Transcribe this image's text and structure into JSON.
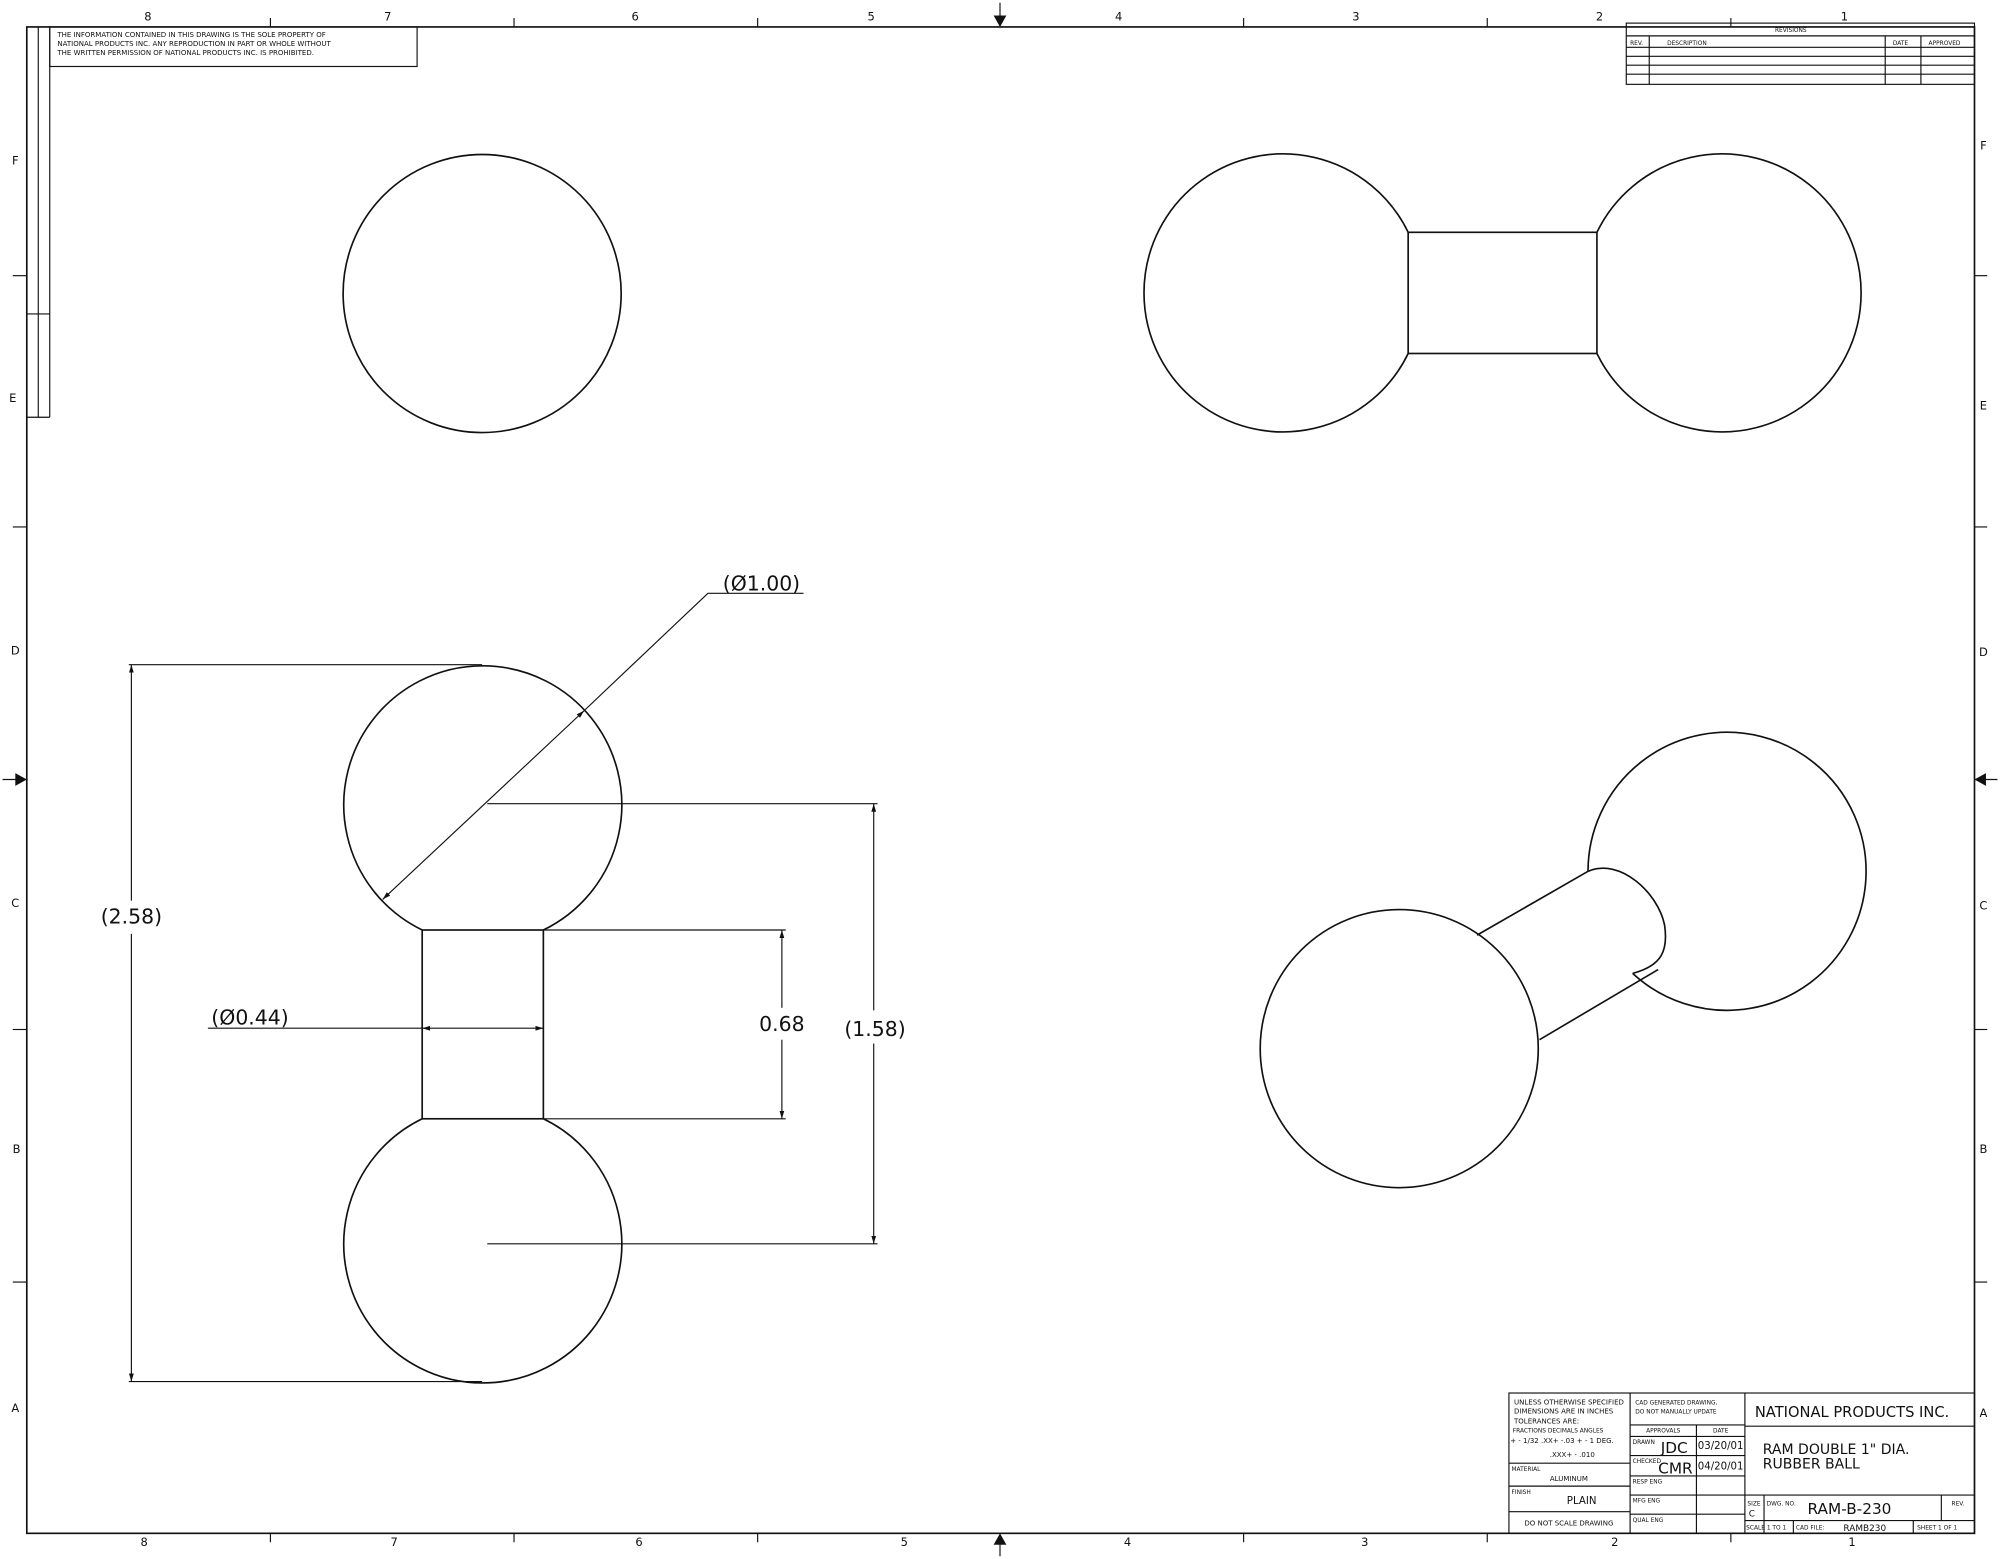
{
  "border": {
    "top_columns": [
      "8",
      "7",
      "6",
      "5",
      "4",
      "3",
      "2",
      "1"
    ],
    "bottom_columns": [
      "8",
      "7",
      "6",
      "5",
      "4",
      "3",
      "2",
      "1"
    ],
    "left_rows": [
      "F",
      "E",
      "D",
      "C",
      "B",
      "A"
    ],
    "right_rows": [
      "F",
      "E",
      "D",
      "C",
      "B",
      "A"
    ]
  },
  "notice": [
    "THE INFORMATION CONTAINED IN THIS DRAWING IS THE SOLE PROPERTY OF",
    "NATIONAL PRODUCTS INC. ANY REPRODUCTION IN PART OR WHOLE WITHOUT",
    "THE WRITTEN PERMISSION OF NATIONAL PRODUCTS INC. IS PROHIBITED."
  ],
  "revisions": {
    "title": "REVISIONS",
    "rev": "REV.",
    "description": "DESCRIPTION",
    "date": "DATE",
    "approved": "APPROVED"
  },
  "dimensions": {
    "ball_dia": "(Ø1.00)",
    "overall_height": "(2.58)",
    "neck_dia": "(Ø0.44)",
    "neck_length": "0.68",
    "center_distance": "(1.58)"
  },
  "title_block": {
    "tolerance_lines": [
      "UNLESS OTHERWISE SPECIFIED",
      "DIMENSIONS ARE IN INCHES",
      "TOLERANCES ARE:"
    ],
    "tol_headers": "FRACTIONS   DECIMALS   ANGLES",
    "tol_values": "+ - 1/32   .XX+ -.03   + - 1 DEG.",
    "tol_values2": ".XXX+ - .010",
    "material_label": "MATERIAL",
    "material": "ALUMINUM",
    "finish_label": "FINISH",
    "finish": "PLAIN",
    "no_scale": "DO NOT SCALE DRAWING",
    "cad_note": [
      "CAD GENERATED DRAWING,",
      "DO NOT MANUALLY UPDATE"
    ],
    "approvals": "APPROVALS",
    "date": "DATE",
    "drawn_label": "DRAWN",
    "drawn": "JDC",
    "drawn_date": "03/20/01",
    "checked_label": "CHECKED",
    "checked": "CMR",
    "checked_date": "04/20/01",
    "resp_eng": "RESP ENG",
    "mfg_eng": "MFG ENG",
    "qual_eng": "QUAL ENG",
    "company": "NATIONAL PRODUCTS INC.",
    "title_lines": [
      "RAM DOUBLE 1\" DIA.",
      "RUBBER BALL"
    ],
    "size_label": "SIZE",
    "size": "C",
    "dwg_no_label": "DWG. NO.",
    "dwg_no": "RAM-B-230",
    "rev_label": "REV.",
    "scale": "SCALE 1 TO 1",
    "cad_file_label": "CAD FILE:",
    "cad_file": "RAMB230",
    "sheet": "SHEET 1 OF 1"
  }
}
